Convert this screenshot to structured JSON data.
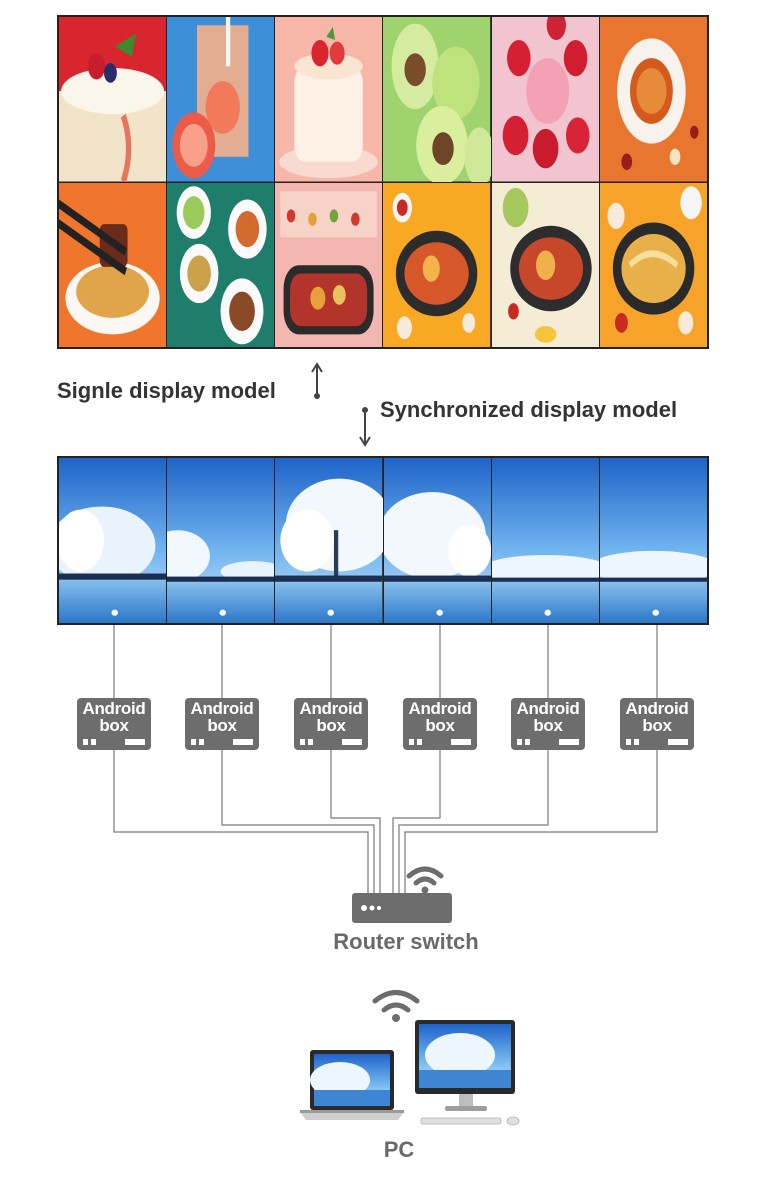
{
  "modes": {
    "single_label": "Signle display model",
    "sync_label": "Synchronized display model"
  },
  "android_boxes": [
    {
      "line1": "Android",
      "line2": "box"
    },
    {
      "line1": "Android",
      "line2": "box"
    },
    {
      "line1": "Android",
      "line2": "box"
    },
    {
      "line1": "Android",
      "line2": "box"
    },
    {
      "line1": "Android",
      "line2": "box"
    },
    {
      "line1": "Android",
      "line2": "box"
    }
  ],
  "router": {
    "label": "Router switch"
  },
  "pc": {
    "label": "PC"
  },
  "colors": {
    "line": "#7a7a7a",
    "box": "#6d6d6d",
    "text_dark": "#333333",
    "text_gray": "#6a6a6a"
  },
  "icons": [
    "up-down-arrow-icon",
    "wifi-icon",
    "router-icon",
    "laptop-icon",
    "monitor-icon"
  ]
}
